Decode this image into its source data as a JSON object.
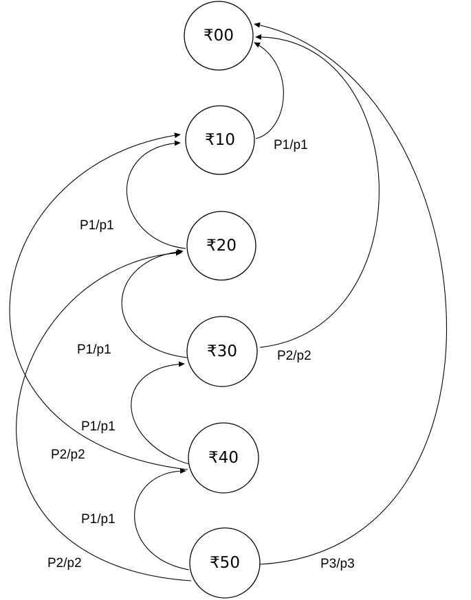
{
  "states": [
    {
      "id": "s00",
      "label": "₹00"
    },
    {
      "id": "s10",
      "label": "₹10"
    },
    {
      "id": "s20",
      "label": "₹20"
    },
    {
      "id": "s30",
      "label": "₹30"
    },
    {
      "id": "s40",
      "label": "₹40"
    },
    {
      "id": "s50",
      "label": "₹50"
    }
  ],
  "transitions": [
    {
      "from": "₹10",
      "to": "₹00",
      "label": "P1/p1"
    },
    {
      "from": "₹20",
      "to": "₹10",
      "label": "P1/p1"
    },
    {
      "from": "₹30",
      "to": "₹20",
      "label": "P1/p1"
    },
    {
      "from": "₹40",
      "to": "₹30",
      "label": "P1/p1"
    },
    {
      "from": "₹50",
      "to": "₹40",
      "label": "P1/p1"
    },
    {
      "from": "₹30",
      "to": "₹00",
      "label": "P2/p2"
    },
    {
      "from": "₹40",
      "to": "₹10",
      "label": "P2/p2"
    },
    {
      "from": "₹50",
      "to": "₹20",
      "label": "P2/p2"
    },
    {
      "from": "₹50",
      "to": "₹00",
      "label": "P3/p3"
    }
  ]
}
